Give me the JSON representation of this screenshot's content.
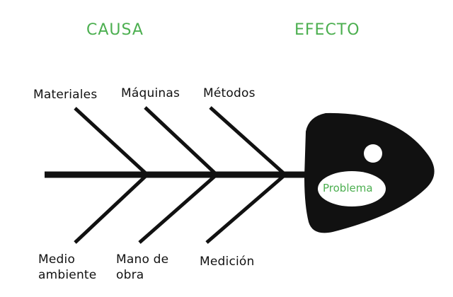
{
  "headings": {
    "cause": "CAUSA",
    "effect": "EFECTO"
  },
  "categories": {
    "top": [
      "Materiales",
      "Máquinas",
      "Métodos"
    ],
    "bottom": [
      "Medio ambiente",
      "Mano de obra",
      "Medición"
    ]
  },
  "effect": {
    "problem": "Problema"
  },
  "colors": {
    "accent": "#4caf50",
    "ink": "#111111",
    "background": "#ffffff"
  }
}
